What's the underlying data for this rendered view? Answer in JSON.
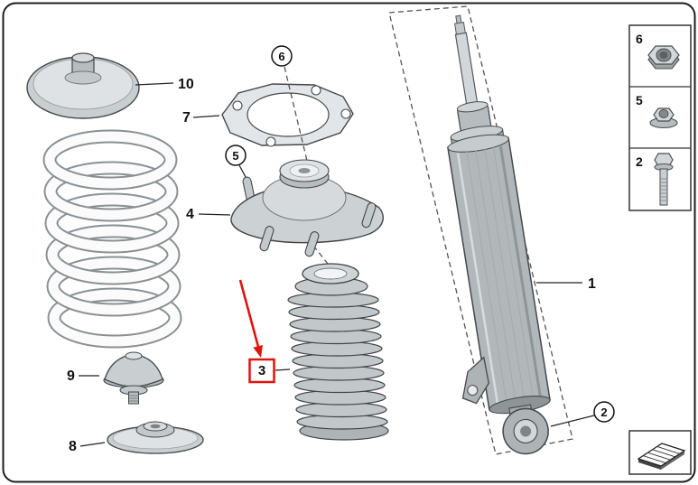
{
  "diagram": {
    "callouts": {
      "c1": "1",
      "c2": "2",
      "c3": "3",
      "c4": "4",
      "c5": "5",
      "c6": "6",
      "c7": "7",
      "c8": "8",
      "c9": "9",
      "c10": "10"
    },
    "highlight": {
      "color": "#e2130e"
    },
    "legend": {
      "items": [
        {
          "label": "6",
          "icon": "hex-nut-icon"
        },
        {
          "label": "5",
          "icon": "flange-nut-icon"
        },
        {
          "label": "2",
          "icon": "hex-bolt-icon"
        }
      ]
    },
    "footer_icon": "direction-indicator-icon"
  }
}
